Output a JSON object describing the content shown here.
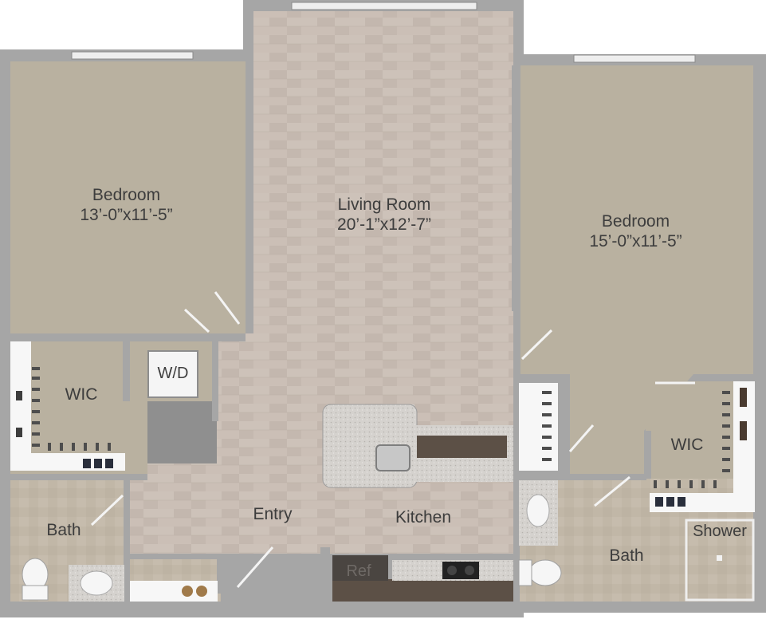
{
  "rooms": {
    "bedroom_left": {
      "name": "Bedroom",
      "size": "13’-0”x11’-5”"
    },
    "living_room": {
      "name": "Living Room",
      "size": "20’-1”x12’-7”"
    },
    "bedroom_right": {
      "name": "Bedroom",
      "size": "15’-0”x11’-5”"
    },
    "wic_left": {
      "name": "WIC"
    },
    "wd": {
      "name": "W/D"
    },
    "wic_right": {
      "name": "WIC"
    },
    "bath_left": {
      "name": "Bath"
    },
    "entry": {
      "name": "Entry"
    },
    "kitchen": {
      "name": "Kitchen"
    },
    "bath_right": {
      "name": "Bath"
    },
    "shower": {
      "name": "Shower"
    },
    "ref": {
      "name": "Ref"
    }
  },
  "colors": {
    "wall": "#a4a4a4",
    "bedroom_floor": "#b8b09f",
    "wood_floor": "#c9bdb4",
    "tile_floor": "#c2b8a8",
    "countertop": "#d6d3cf",
    "cabinet": "#5b4f44",
    "fixture": "#f4f4f4"
  }
}
